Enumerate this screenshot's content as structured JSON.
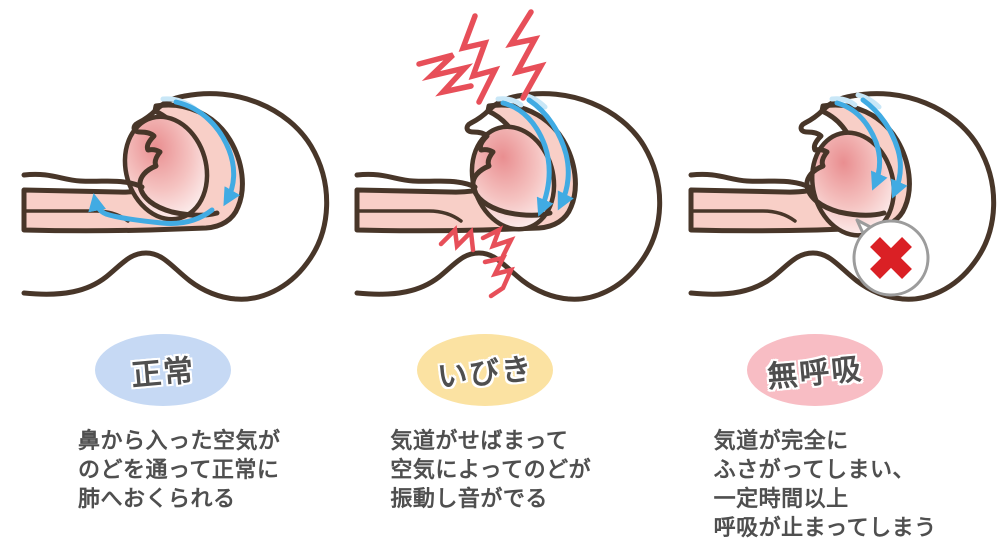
{
  "panels": [
    {
      "id": "normal",
      "badge": {
        "label": "正常",
        "bg": "#c6d9f4"
      },
      "description_lines": [
        "鼻から入った空気が",
        "のどを通って正常に",
        "肺へおくられる"
      ]
    },
    {
      "id": "snoring",
      "badge": {
        "label": "いびき",
        "bg": "#fbe2a2"
      },
      "description_lines": [
        "気道がせばまって",
        "空気によってのどが",
        "振動し音がでる"
      ]
    },
    {
      "id": "apnea",
      "badge": {
        "label": "無呼吸",
        "bg": "#f8bdc4"
      },
      "description_lines": [
        "気道が完全に",
        "ふさがってしまい、",
        "一定時間以上",
        "呼吸が止まってしまう"
      ]
    }
  ],
  "icons": {
    "airflow": "blue-curved-arrow",
    "snore_noise": "red-zigzag-bolts",
    "throat_vibration": "red-vibration-spikes",
    "blocked": "red-x-in-circle-callout"
  },
  "colors": {
    "outline": "#483629",
    "airway": "#f8cfc7",
    "tongue_deep": "#e98e90",
    "tongue_mid": "#f5c3c1",
    "tongue_light": "#ffffff",
    "arrow_blue": "#41abe3",
    "arrow_light": "#c9e7f7",
    "accent_red": "#e74f59",
    "x_red": "#da2025",
    "callout_gray": "#9c9c9c",
    "text": "#4f4f4f",
    "background": "#ffffff"
  }
}
